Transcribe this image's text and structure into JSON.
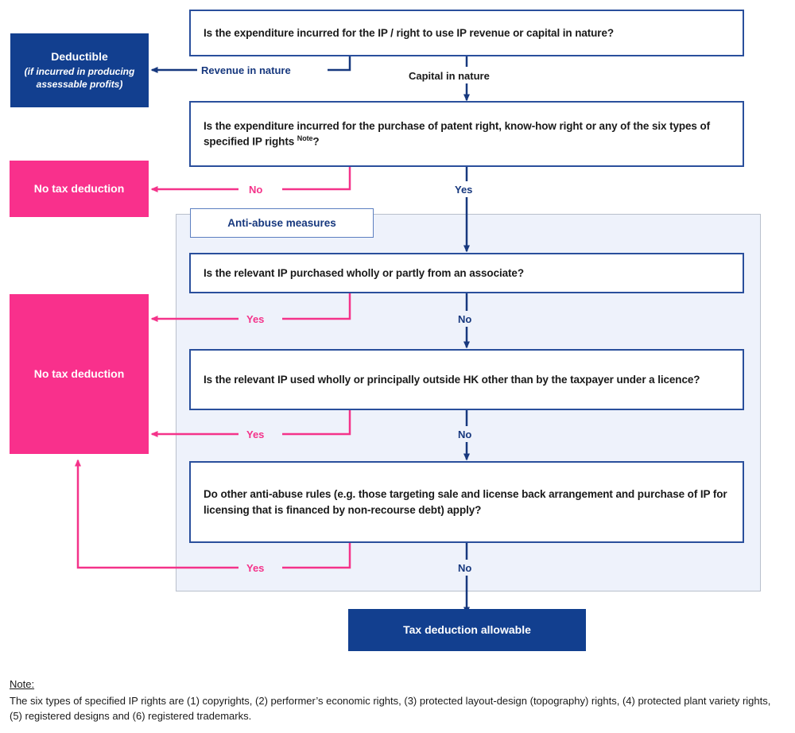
{
  "diagram": {
    "title": "IP expenditure tax deduction decision flowchart",
    "colors": {
      "deep_blue": "#123f8f",
      "border_blue": "#2a4f9c",
      "label_blue": "#17387e",
      "pink": "#f9308c",
      "pink_line": "#f4338a",
      "panel_fill": "#eef2fb",
      "panel_border": "#b9c0cc"
    }
  },
  "nodes": {
    "q1": {
      "name": "question-revenue-or-capital",
      "text": "Is the expenditure incurred for the IP / right to use IP revenue or capital in nature?"
    },
    "q2": {
      "name": "question-specified-ip-rights",
      "text_before": "Is the expenditure incurred for the purchase of patent right, know-how right or any of the six types of specified IP rights ",
      "superscript": "Note",
      "text_after": "?"
    },
    "q3": {
      "name": "question-purchased-from-associate",
      "text": "Is the relevant IP purchased wholly or partly from an associate?"
    },
    "q4": {
      "name": "question-used-outside-hk",
      "text": "Is the relevant IP used wholly or principally outside HK other than by the taxpayer under a licence?"
    },
    "q5": {
      "name": "question-other-anti-abuse-rules",
      "text": "Do other anti-abuse rules (e.g. those targeting sale and license back arrangement and purchase of IP for licensing that is financed by non-recourse debt) apply?"
    },
    "deductible": {
      "title": "Deductible",
      "subtitle": "(if incurred in producing assessable profits)"
    },
    "no_deduction_1": {
      "title": "No tax deduction"
    },
    "no_deduction_2": {
      "title": "No tax deduction"
    },
    "allowable": {
      "title": "Tax deduction allowable"
    }
  },
  "panel": {
    "label": "Anti-abuse measures"
  },
  "edge_labels": {
    "revenue_in_nature": "Revenue in nature",
    "capital_in_nature": "Capital in nature",
    "q2_no": "No",
    "q2_yes": "Yes",
    "q3_yes": "Yes",
    "q3_no": "No",
    "q4_yes": "Yes",
    "q4_no": "No",
    "q5_yes": "Yes",
    "q5_no": "No"
  },
  "footnote": {
    "title": "Note:",
    "body": "The six types of specified IP rights are (1) copyrights, (2) performer’s economic rights, (3) protected layout-design (topography) rights, (4) protected plant variety rights, (5) registered designs and (6) registered trademarks."
  }
}
